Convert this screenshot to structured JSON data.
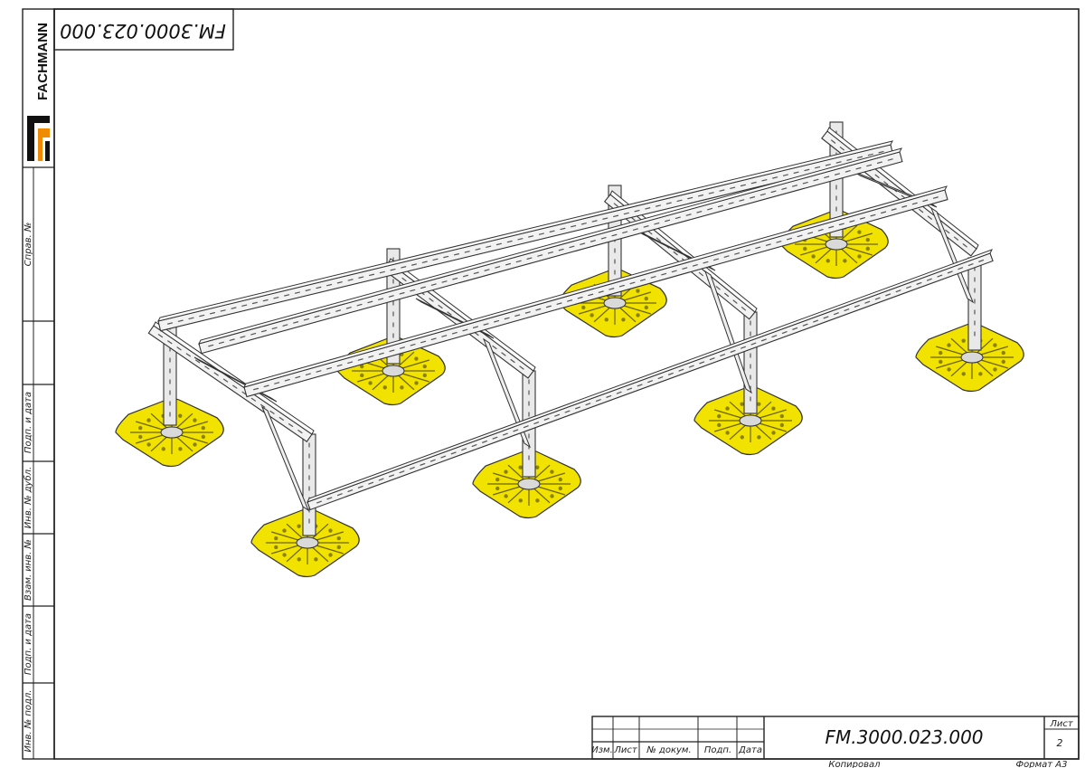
{
  "drawing": {
    "code_main": "FM.3000.023.000",
    "code_top_rotated": "FM.3000.023.000",
    "brand": "FACHMANN"
  },
  "side_strip": {
    "sprav": "Справ. №",
    "podp_data_1": "Подп. и дата",
    "inv_dubl": "Инв. № дубл.",
    "vzam_inv": "Взам. инв. №",
    "podp_data_2": "Подп. и дата",
    "inv_podl": "Инв. № подл."
  },
  "title_block": {
    "col_izm": "Изм.",
    "col_list": "Лист",
    "col_dokum": "№ докум.",
    "col_podp": "Подп.",
    "col_data": "Дата",
    "sheet_label": "Лист",
    "sheet_number": "2",
    "copied": "Копировал",
    "format": "Формат А3"
  },
  "colors": {
    "pad_yellow": "#f2e200",
    "frame": "#222222",
    "steel": "#f2f2f2"
  }
}
